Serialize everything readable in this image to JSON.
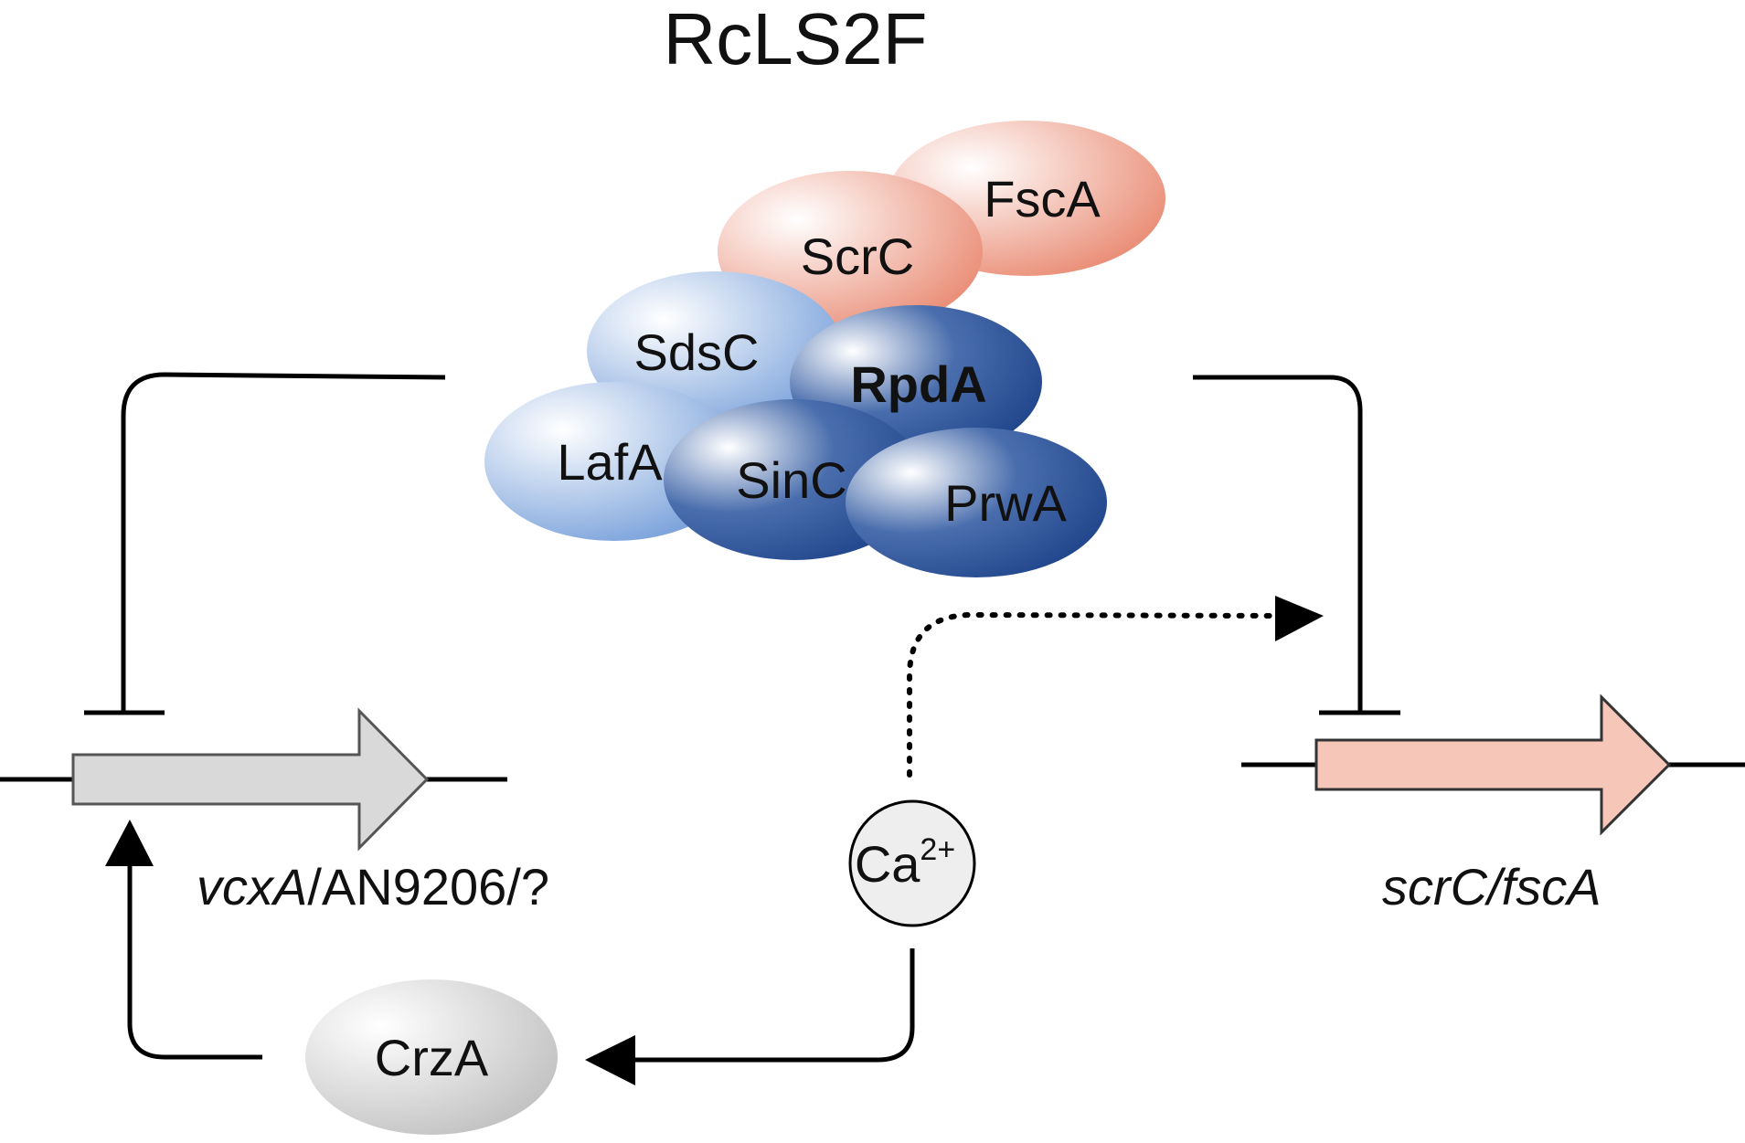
{
  "title": "RcLS2F",
  "complex": {
    "proteins": [
      {
        "id": "fsca",
        "label": "FscA",
        "color": "#e8846b",
        "group": "red"
      },
      {
        "id": "scrc",
        "label": "ScrC",
        "color": "#e8846b",
        "group": "red"
      },
      {
        "id": "sdsc",
        "label": "SdsC",
        "color": "#6f9ad8",
        "group": "lightblue"
      },
      {
        "id": "rpda",
        "label": "RpdA",
        "color": "#1a3f86",
        "group": "darkblue",
        "bold": true
      },
      {
        "id": "lafa",
        "label": "LafA",
        "color": "#6f9ad8",
        "group": "lightblue"
      },
      {
        "id": "sinc",
        "label": "SinC",
        "color": "#1a3f86",
        "group": "darkblue"
      },
      {
        "id": "prwa",
        "label": "PrwA",
        "color": "#1a3f86",
        "group": "darkblue"
      }
    ]
  },
  "genes": {
    "left": {
      "label_italic": "vcxA",
      "label_rest": "/AN9206/?",
      "fill": "#d9d9d9"
    },
    "right": {
      "label_italic": "scrC",
      "label_sep": "/",
      "label_italic2": "fscA",
      "fill": "#f6c6b8"
    }
  },
  "factors": {
    "calcium": {
      "base": "Ca",
      "superscript": "2+",
      "fill": "#eeeeee"
    },
    "crza": {
      "label": "CrzA",
      "color": "#bdbdbd"
    }
  },
  "edges": [
    {
      "from": "complex",
      "to": "left-gene",
      "type": "inhibition"
    },
    {
      "from": "complex",
      "to": "right-gene",
      "type": "inhibition"
    },
    {
      "from": "calcium",
      "to": "right-gene",
      "type": "activation-dotted"
    },
    {
      "from": "calcium",
      "to": "crza",
      "type": "activation"
    },
    {
      "from": "crza",
      "to": "left-gene",
      "type": "activation"
    }
  ]
}
